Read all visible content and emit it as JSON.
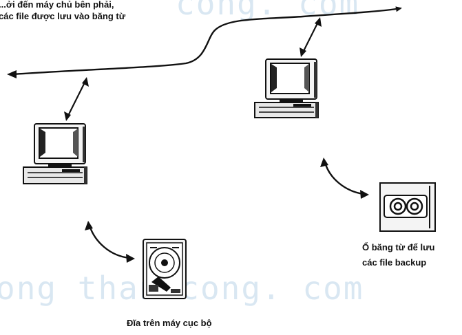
{
  "diagram": {
    "top_caption_line1": "...ởi đến máy chủ bên phải,",
    "top_caption_line2": "các file được lưu vào băng từ",
    "tape_caption_line1": "Ổ băng từ để lưu",
    "tape_caption_line2": "các file backup",
    "disk_caption": "Đĩa trên máy cục bộ"
  },
  "watermark": {
    "top": "cong. com",
    "bottom": "ong than cong. com"
  },
  "colors": {
    "ink": "#111111",
    "watermark": "#d9e7f2"
  }
}
